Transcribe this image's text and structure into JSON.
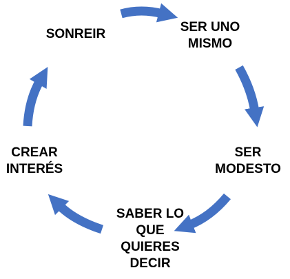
{
  "diagram": {
    "type": "cycle",
    "arrow_color": "#4472C4",
    "text_color": "#000000",
    "nodes": [
      {
        "id": "sonreir",
        "lines": [
          "SONREIR"
        ]
      },
      {
        "id": "ser-uno-mismo",
        "lines": [
          "SER UNO",
          "MISMO"
        ]
      },
      {
        "id": "ser-modesto",
        "lines": [
          "SER",
          "MODESTO"
        ]
      },
      {
        "id": "saber-lo-que-quieres-decir",
        "lines": [
          "SABER LO",
          "QUE",
          "QUIERES",
          "DECIR"
        ]
      },
      {
        "id": "crear-interes",
        "lines": [
          "CREAR",
          "INTERÉS"
        ]
      }
    ],
    "edges": [
      {
        "from": "sonreir",
        "to": "ser-uno-mismo"
      },
      {
        "from": "ser-uno-mismo",
        "to": "ser-modesto"
      },
      {
        "from": "ser-modesto",
        "to": "saber-lo-que-quieres-decir"
      },
      {
        "from": "saber-lo-que-quieres-decir",
        "to": "crear-interes"
      },
      {
        "from": "crear-interes",
        "to": "sonreir"
      }
    ]
  }
}
